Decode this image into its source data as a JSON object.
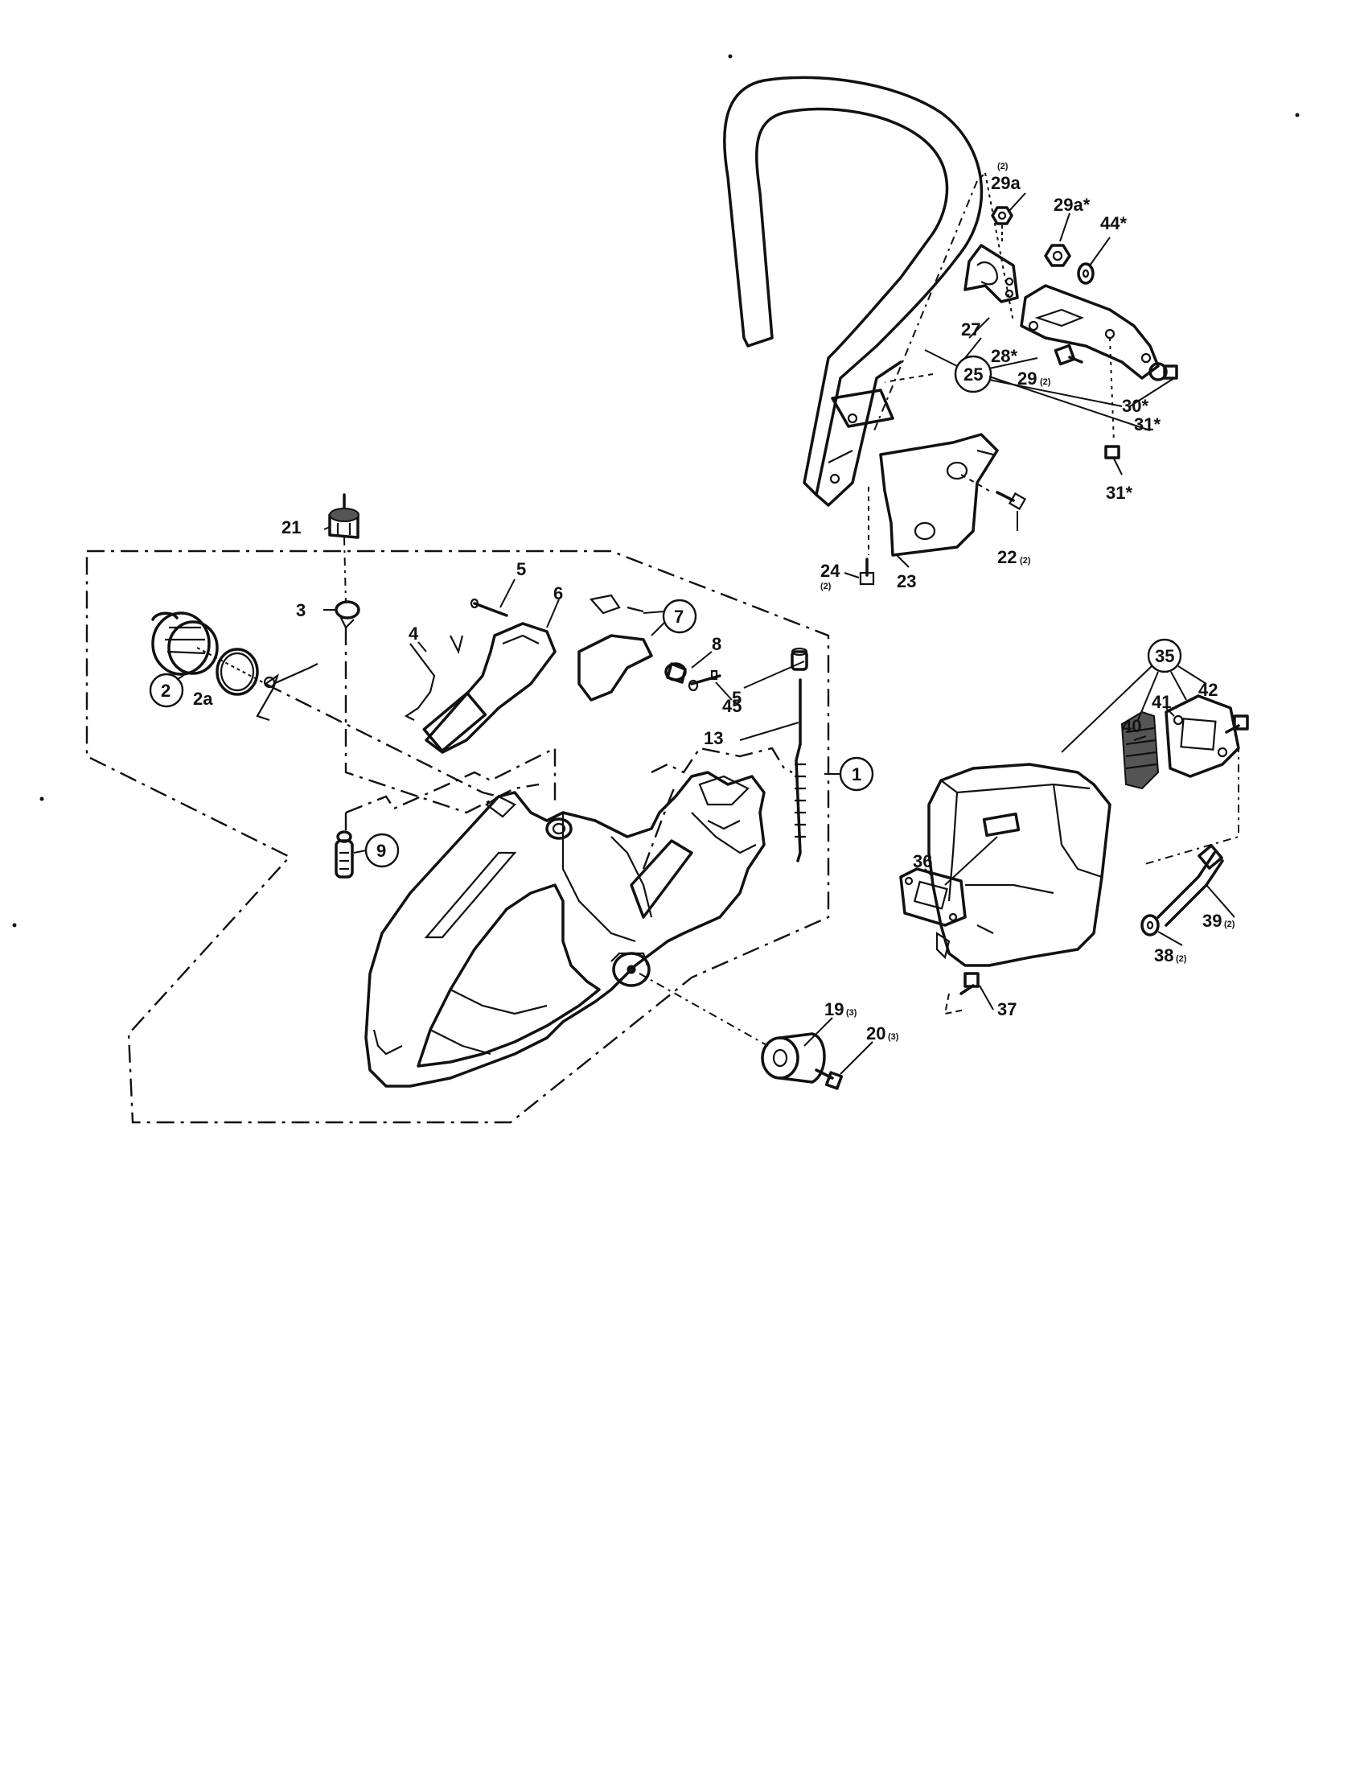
{
  "labels": {
    "p1": "1",
    "p2": "2",
    "p2a": "2a",
    "p3": "3",
    "p4": "4",
    "p5a": "5",
    "p5b": "5",
    "p6": "6",
    "p7": "7",
    "p8": "8",
    "p9": "9",
    "p13": "13",
    "p19": "19",
    "p19q": "(3)",
    "p20": "20",
    "p20q": "(3)",
    "p21": "21",
    "p22": "22",
    "p22q": "(2)",
    "p23": "23",
    "p24": "24",
    "p24q": "(2)",
    "p25": "25",
    "p27": "27",
    "p28": "28*",
    "p29": "29",
    "p29q": "(2)",
    "p29a": "29a",
    "p29aq": "(2)",
    "p29astar": "29a*",
    "p30": "30*",
    "p31a": "31*",
    "p31b": "31*",
    "p35": "35",
    "p36": "36",
    "p37": "37",
    "p38": "38",
    "p38q": "(2)",
    "p39": "39",
    "p39q": "(2)",
    "p40": "40",
    "p41": "41",
    "p42": "42",
    "p44": "44*",
    "p45": "45"
  },
  "icons": [
    "handle-bar",
    "handle-bracket",
    "handle-mount-plate",
    "fuel-tank-handle",
    "throttle-trigger",
    "muffler",
    "spark-arrestor-screen",
    "fuel-filter",
    "fuel-cap",
    "vibration-mount"
  ]
}
